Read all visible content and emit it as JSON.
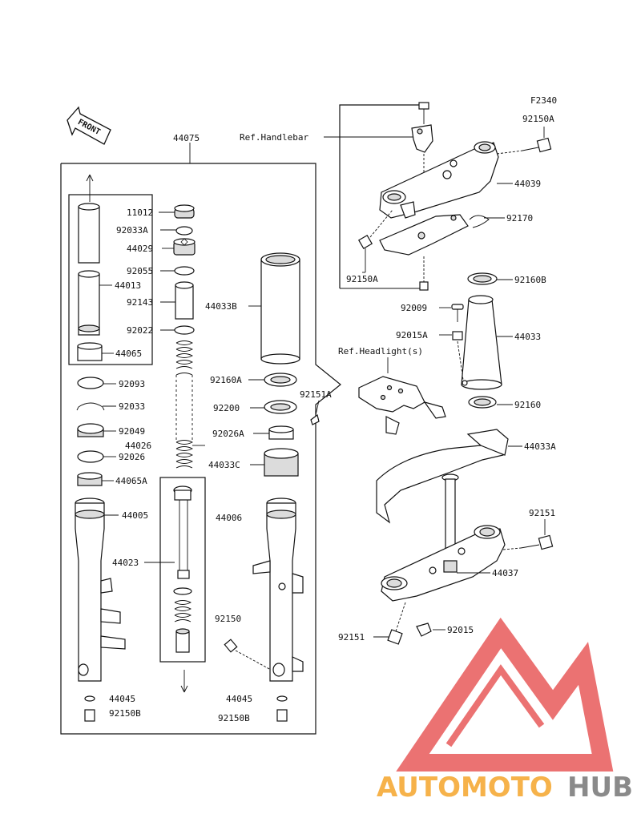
{
  "figure_code": "F2340",
  "front_label": "FRONT",
  "references": {
    "handlebar": "Ref.Handlebar",
    "headlight": "Ref.Headlight(s)"
  },
  "parts": {
    "p44075": "44075",
    "p11012": "11012",
    "p92033A": "92033A",
    "p44029": "44029",
    "p92055": "92055",
    "p44013": "44013",
    "p92143": "92143",
    "p44033B": "44033B",
    "p92022": "92022",
    "p44065": "44065",
    "p92093": "92093",
    "p92160A": "92160A",
    "p92033": "92033",
    "p92151A": "92151A",
    "p92200": "92200",
    "p92049": "92049",
    "p92026A": "92026A",
    "p44026": "44026",
    "p92026": "92026",
    "p44033C": "44033C",
    "p44065A": "44065A",
    "p44005": "44005",
    "p44006": "44006",
    "p44023": "44023",
    "p92150": "92150",
    "p44045L": "44045",
    "p44045R": "44045",
    "p92150BL": "92150B",
    "p92150BR": "92150B",
    "p92150A_top": "92150A",
    "p44039": "44039",
    "p92170": "92170",
    "p92150A_bot": "92150A",
    "p92160B": "92160B",
    "p92009": "92009",
    "p92015A": "92015A",
    "p44033": "44033",
    "p92160": "92160",
    "p44033A": "44033A",
    "p92151": "92151",
    "p44037": "44037",
    "p92151_bot": "92151",
    "p92015": "92015"
  },
  "watermark": {
    "part1": "AUTOMOTO",
    "part2": "HUB",
    "color1": "#f6b24a",
    "color2": "#8a8a8a",
    "logo_color": "#e85a5a"
  }
}
